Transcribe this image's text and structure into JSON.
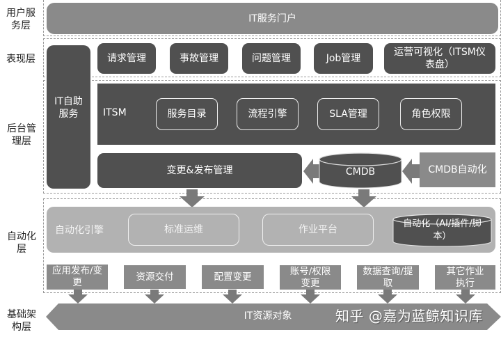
{
  "layers": {
    "user_service": "用户服务层",
    "presentation": "表现层",
    "backend": "后台管理层",
    "automation": "自动化层",
    "infrastructure": "基础架构层"
  },
  "user_service": {
    "portal": "IT服务门户"
  },
  "presentation": {
    "items": [
      "请求管理",
      "事故管理",
      "问题管理",
      "Job管理",
      "运营可视化（ITSM仪表盘）"
    ]
  },
  "backend": {
    "self_service": "IT自助服务",
    "itsm": {
      "label": "ITSM",
      "modules": [
        "服务目录",
        "流程引擎",
        "SLA管理",
        "角色权限"
      ]
    },
    "change_release": "变更&发布管理",
    "cmdb": "CMDB",
    "cmdb_automation": "CMDB自动化"
  },
  "automation": {
    "engine_label": "自动化引擎",
    "standard_ops": "标准运维",
    "job_platform": "作业平台",
    "automation_store": "自动化（AI/插件/脚本）",
    "tasks": [
      "应用发布/变更",
      "资源交付",
      "配置变更",
      "账号/权限变更",
      "数据查询/提取",
      "其它作业执行"
    ]
  },
  "infrastructure": {
    "resource_objects": "IT资源对象"
  },
  "watermark": "知乎 @嘉为蓝鲸知识库",
  "colors": {
    "dark": "#505050",
    "mid": "#8a8a8a",
    "light": "#b2b2b2",
    "arrow": "#7a7a7a",
    "dashed_border": "#9a9a9a"
  }
}
